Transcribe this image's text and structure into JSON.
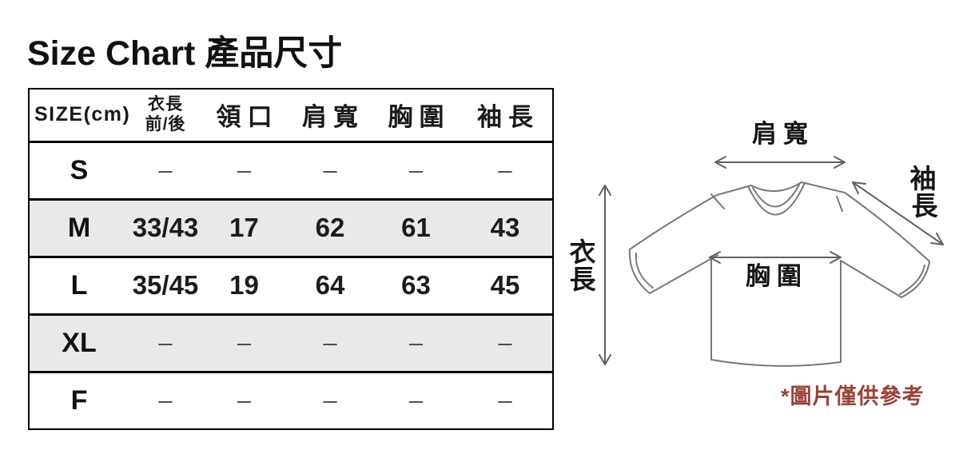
{
  "page": {
    "title": "Size Chart 產品尺寸",
    "note": "*圖片僅供參考"
  },
  "chart_data": {
    "type": "table",
    "title": "Size Chart 產品尺寸",
    "unit": "cm",
    "columns": [
      "SIZE(cm)",
      "衣長 前/後",
      "領口",
      "肩寬",
      "胸圍",
      "袖長"
    ],
    "rows": [
      [
        "S",
        "–",
        "–",
        "–",
        "–",
        "–"
      ],
      [
        "M",
        "33/43",
        "17",
        "62",
        "61",
        "43"
      ],
      [
        "L",
        "35/45",
        "19",
        "64",
        "63",
        "45"
      ],
      [
        "XL",
        "–",
        "–",
        "–",
        "–",
        "–"
      ],
      [
        "F",
        "–",
        "–",
        "–",
        "–",
        "–"
      ]
    ],
    "shaded_rows": [
      "M",
      "XL"
    ],
    "note": "*圖片僅供參考"
  },
  "table_header": {
    "size": "SIZE(cm)",
    "length_line1": "衣長",
    "length_line2": "前/後",
    "neck": "領口",
    "shoulder": "肩寬",
    "chest": "胸圍",
    "sleeve": "袖長"
  },
  "diagram": {
    "shoulder_label": "肩寬",
    "sleeve_char1": "袖",
    "sleeve_char2": "長",
    "length_char1": "衣",
    "length_char2": "長",
    "chest_label": "胸圍"
  },
  "colors": {
    "shaded_row": "#e9e9e9",
    "table_border": "#000000",
    "text": "#1a1a1a",
    "dash": "#4f4f4f",
    "diagram_line": "#787878",
    "note_text": "#9c4136"
  }
}
